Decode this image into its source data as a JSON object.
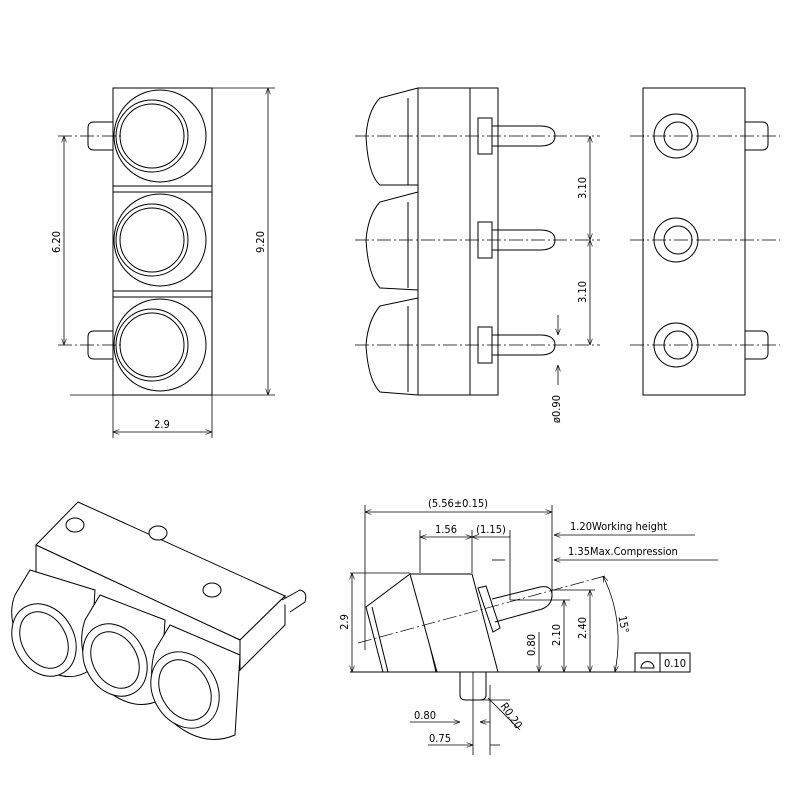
{
  "front_view": {
    "height_dim": "9.20",
    "pitch_dim": "6.20",
    "width_dim": "2.9"
  },
  "side_view": {
    "pitch_top": "3.10",
    "pitch_bottom": "3.10",
    "pin_diameter": "ø0.90"
  },
  "detail_view": {
    "overall_length": "(5.56±0.15)",
    "stroke_a": "1.56",
    "stroke_b": "(1.15)",
    "working_height": "1.20Working height",
    "max_compression": "1.35Max.Compression",
    "height": "2.9",
    "dim_080_v": "0.80",
    "dim_210": "2.10",
    "dim_240": "2.40",
    "angle": "15°",
    "flatness_value": "0.10",
    "dim_080_h": "0.80",
    "dim_075": "0.75",
    "radius": "R0.20"
  }
}
